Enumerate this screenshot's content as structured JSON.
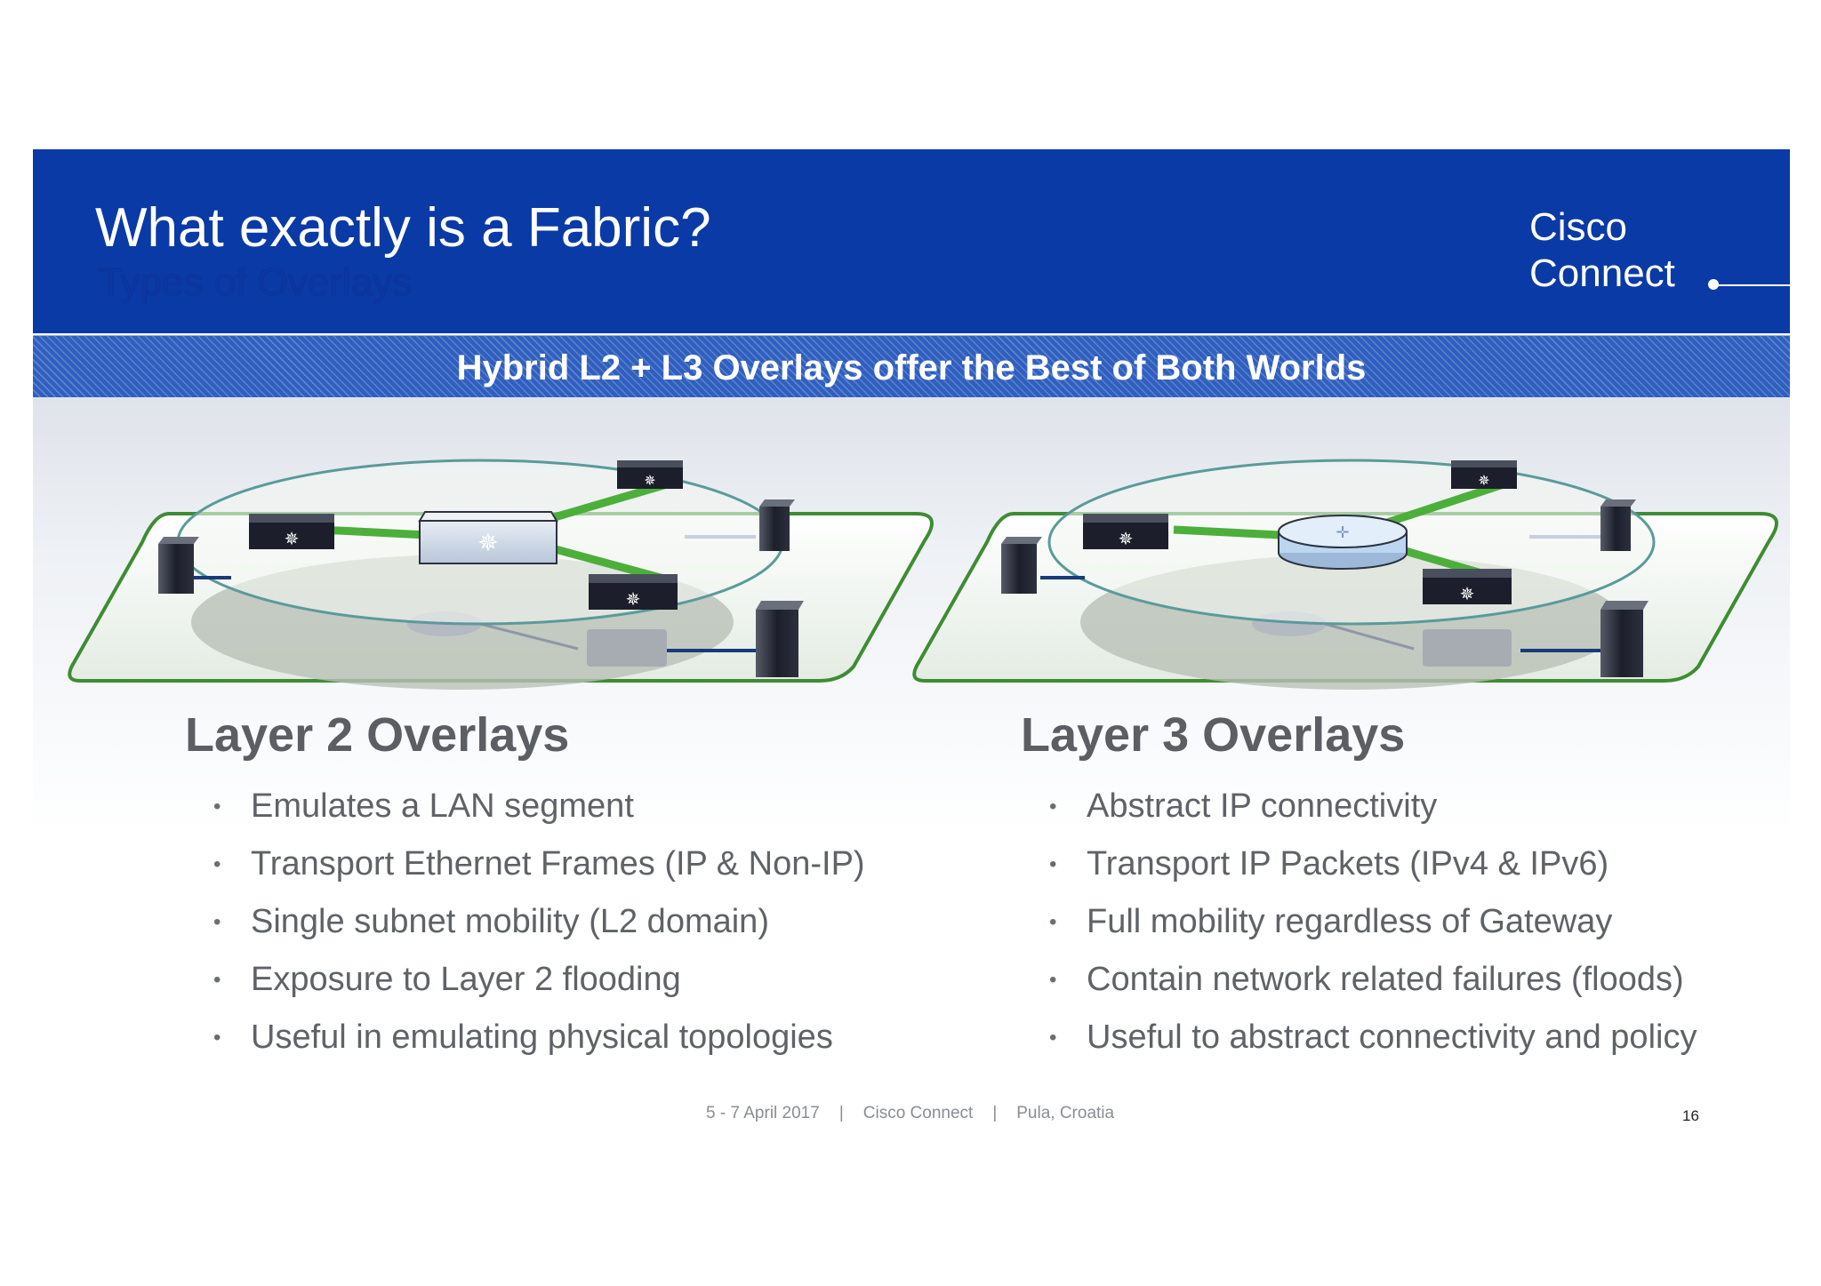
{
  "header": {
    "title": "What exactly is a Fabric?",
    "subtitle": "Types of Overlays",
    "brand_line1": "Cisco",
    "brand_line2": "Connect"
  },
  "banner": {
    "text": "Hybrid L2 + L3 Overlays offer the Best of Both Worlds"
  },
  "left_column": {
    "title": "Layer 2 Overlays",
    "bullets": [
      "Emulates a LAN segment",
      "Transport Ethernet Frames (IP & Non-IP)",
      "Single subnet mobility (L2 domain)",
      "Exposure to Layer 2 flooding",
      "Useful in emulating physical topologies"
    ]
  },
  "right_column": {
    "title": "Layer 3 Overlays",
    "bullets": [
      "Abstract IP connectivity",
      "Transport IP Packets (IPv4 & IPv6)",
      "Full mobility regardless of Gateway",
      "Contain network related failures (floods)",
      "Useful to abstract connectivity and policy"
    ]
  },
  "footer": {
    "date": "5 - 7 April 2017",
    "event": "Cisco Connect",
    "location": "Pula, Croatia",
    "separator": "|",
    "page_number": "16"
  },
  "colors": {
    "header_blue": "#0a3aa5",
    "banner_blue": "#2f5fbf",
    "link_green": "#4caf3a",
    "device_dark": "#1c1f2b",
    "router_blue": "#bcd6f2"
  },
  "icons": {
    "l2_center": "layer2-switch-icon",
    "l3_center": "router-icon",
    "leaf": "switch-icon",
    "endpoint": "server-icon"
  }
}
